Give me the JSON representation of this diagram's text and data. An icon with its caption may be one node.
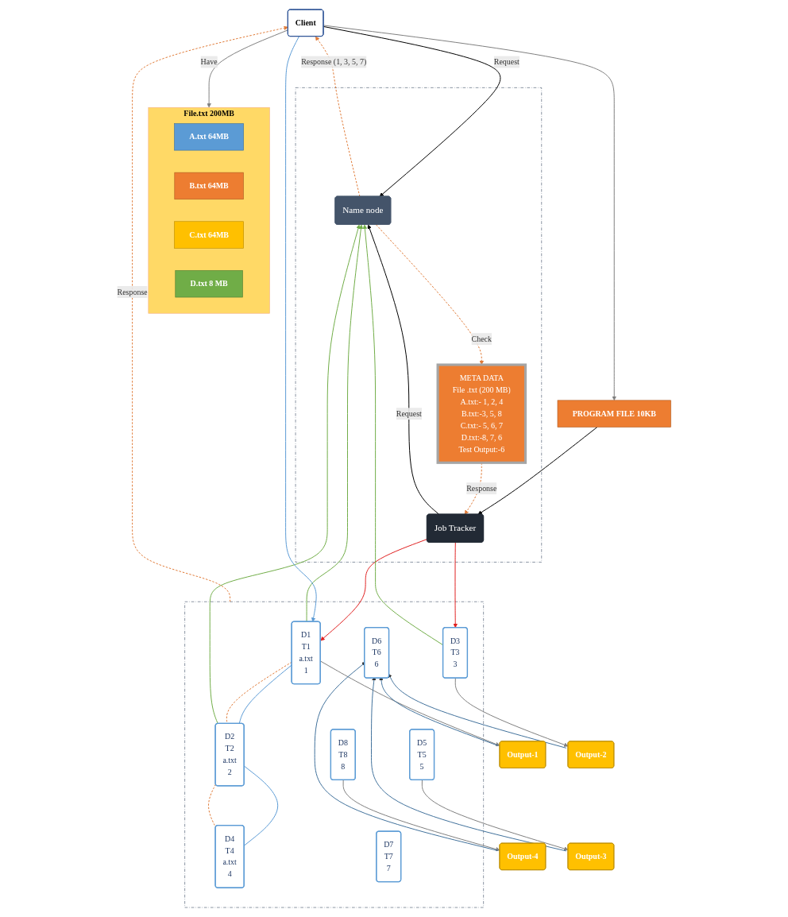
{
  "diagram": {
    "nodes": [
      {
        "text": [
          "Client"
        ]
      },
      {
        "text": [
          "File.txt 200MB"
        ]
      },
      {
        "text": [
          "A.txt 64MB"
        ],
        "in": 1
      },
      {
        "text": [
          "B.txt 64MB"
        ],
        "in": 1
      },
      {
        "text": [
          "C.txt 64MB"
        ],
        "in": 1
      },
      {
        "text": [
          "D.txt 8 MB"
        ],
        "in": 1
      },
      {
        "text": [],
        "shape": "box"
      },
      {
        "text": [
          "Name node"
        ],
        "in": 6
      },
      {
        "text": [
          "Job Tracker"
        ],
        "in": 6
      },
      {
        "text": [
          "META DATA",
          "File .txt (200 MB)",
          "A.txt:- 1, 2, 4",
          "B.txt:-3, 5, 8",
          "C.txt:- 5, 6, 7",
          "D.txt:-8, 7, 6",
          "Test Output:-6"
        ],
        "in": 6
      },
      {
        "text": [
          "PROGRAM FILE 10KB"
        ]
      },
      {
        "text": [],
        "shape": "box"
      },
      {
        "text": [
          "D1",
          "T1",
          "a.txt",
          "1"
        ],
        "in": 11
      },
      {
        "text": [
          "D2",
          "T2",
          "a.txt",
          "2"
        ],
        "in": 11
      },
      {
        "text": [
          "D3",
          "T3",
          "3"
        ],
        "in": 11
      },
      {
        "text": [
          "D4",
          "T4",
          "a.txt",
          "4"
        ],
        "in": 11
      },
      {
        "text": [
          "D8",
          "T8",
          "8"
        ],
        "in": 11
      },
      {
        "text": [
          "D7",
          "T7",
          "7"
        ],
        "in": 11
      },
      {
        "text": [
          "D6",
          "T6",
          "6"
        ],
        "in": 11
      },
      {
        "text": [
          "D5",
          "T5",
          "5"
        ],
        "in": 11
      },
      {
        "text": [
          "Output-1"
        ]
      },
      {
        "text": [
          "Output-2"
        ]
      },
      {
        "text": [
          "Output-4"
        ]
      },
      {
        "text": [
          "Output-3"
        ]
      }
    ],
    "edges": [
      {
        "from": 0,
        "to": 1,
        "arrow": "to",
        "label": "Have"
      },
      {
        "from": 0,
        "to": 7,
        "arrow": "to",
        "label": "Request",
        "color": "#000000"
      },
      {
        "from": 7,
        "to": 0,
        "arrow": "to",
        "label": "Response (1, 3, 5, 7)",
        "style": "dashed",
        "color": "#e07b39"
      },
      {
        "from": 0,
        "to": 10,
        "arrow": "to"
      },
      {
        "from": 10,
        "to": 8,
        "arrow": "to",
        "color": "#000000"
      },
      {
        "from": 8,
        "to": 7,
        "arrow": "to",
        "label": "Request",
        "color": "#000000"
      },
      {
        "from": 7,
        "to": 9,
        "arrow": "to",
        "label": "Check",
        "style": "dashed",
        "color": "#e07b39"
      },
      {
        "from": 9,
        "to": 8,
        "arrow": "to",
        "label": "Response",
        "style": "dashed",
        "color": "#e07b39"
      },
      {
        "from": 8,
        "to": 12,
        "arrow": "to",
        "color": "#e02020"
      },
      {
        "from": 8,
        "to": 14,
        "arrow": "to",
        "color": "#e02020"
      },
      {
        "from": 12,
        "to": 7,
        "arrow": "to",
        "color": "#70ad47"
      },
      {
        "from": 13,
        "to": 7,
        "arrow": "to",
        "color": "#70ad47"
      },
      {
        "from": 14,
        "to": 7,
        "arrow": "to",
        "color": "#70ad47"
      },
      {
        "from": 12,
        "to": 13,
        "arrow": "none",
        "color": "#5b9bd5"
      },
      {
        "from": 13,
        "to": 15,
        "arrow": "none",
        "color": "#5b9bd5"
      },
      {
        "from": 12,
        "to": 13,
        "arrow": "none",
        "style": "dashed",
        "color": "#e07b39"
      },
      {
        "from": 13,
        "to": 15,
        "arrow": "none",
        "style": "dashed",
        "color": "#e07b39"
      },
      {
        "from": 0,
        "to": 12,
        "arrow": "to",
        "color": "#5b9bd5"
      },
      {
        "from": 11,
        "to": 0,
        "arrow": "to",
        "label": "Response",
        "style": "dashed",
        "color": "#e07b39"
      },
      {
        "from": 12,
        "to": 20,
        "arrow": "to"
      },
      {
        "from": 14,
        "to": 21,
        "arrow": "to"
      },
      {
        "from": 16,
        "to": 22,
        "arrow": "to"
      },
      {
        "from": 19,
        "to": 23,
        "arrow": "to"
      },
      {
        "from": 20,
        "to": 18,
        "arrow": "to",
        "color": "#41719c"
      },
      {
        "from": 22,
        "to": 18,
        "arrow": "to",
        "color": "#41719c"
      },
      {
        "from": 23,
        "to": 18,
        "arrow": "to",
        "color": "#41719c"
      },
      {
        "from": 21,
        "to": 18,
        "arrow": "to",
        "color": "#41719c"
      }
    ]
  }
}
